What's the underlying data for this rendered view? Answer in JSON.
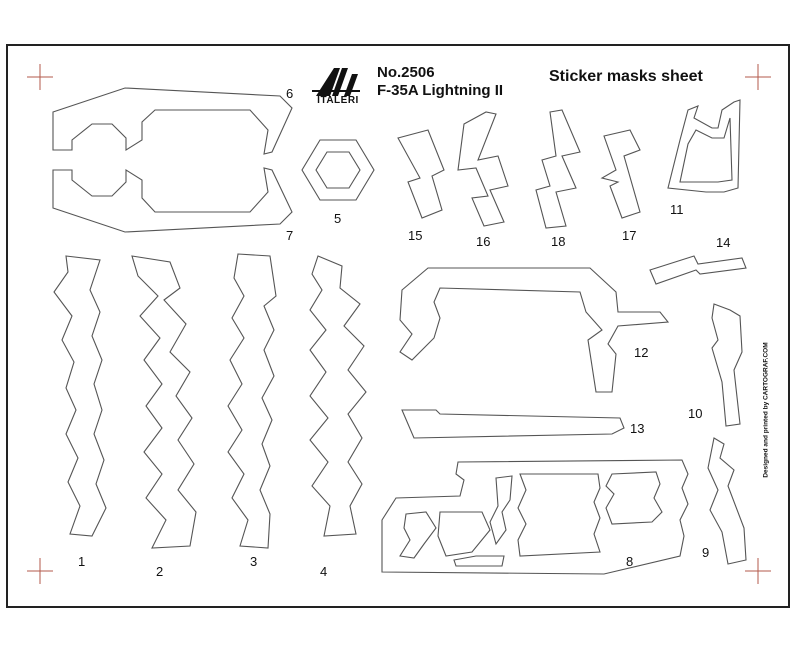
{
  "brand": {
    "logo_text": "ITALERI"
  },
  "product": {
    "number": "No.2506",
    "name": "F-35A Lightning II"
  },
  "sheet": {
    "title": "Sticker masks sheet"
  },
  "credit": "Designed and printed by CARTOGRAF.COM",
  "parts": [
    {
      "id": "1",
      "label": "1"
    },
    {
      "id": "2",
      "label": "2"
    },
    {
      "id": "3",
      "label": "3"
    },
    {
      "id": "4",
      "label": "4"
    },
    {
      "id": "5",
      "label": "5"
    },
    {
      "id": "6",
      "label": "6"
    },
    {
      "id": "7",
      "label": "7"
    },
    {
      "id": "8",
      "label": "8"
    },
    {
      "id": "9",
      "label": "9"
    },
    {
      "id": "10",
      "label": "10"
    },
    {
      "id": "11",
      "label": "11"
    },
    {
      "id": "12",
      "label": "12"
    },
    {
      "id": "13",
      "label": "13"
    },
    {
      "id": "14",
      "label": "14"
    },
    {
      "id": "15",
      "label": "15"
    },
    {
      "id": "16",
      "label": "16"
    },
    {
      "id": "17",
      "label": "17"
    },
    {
      "id": "18",
      "label": "18"
    }
  ],
  "colors": {
    "outline": "#555555",
    "registration": "#b35a4b",
    "border": "#222222"
  }
}
